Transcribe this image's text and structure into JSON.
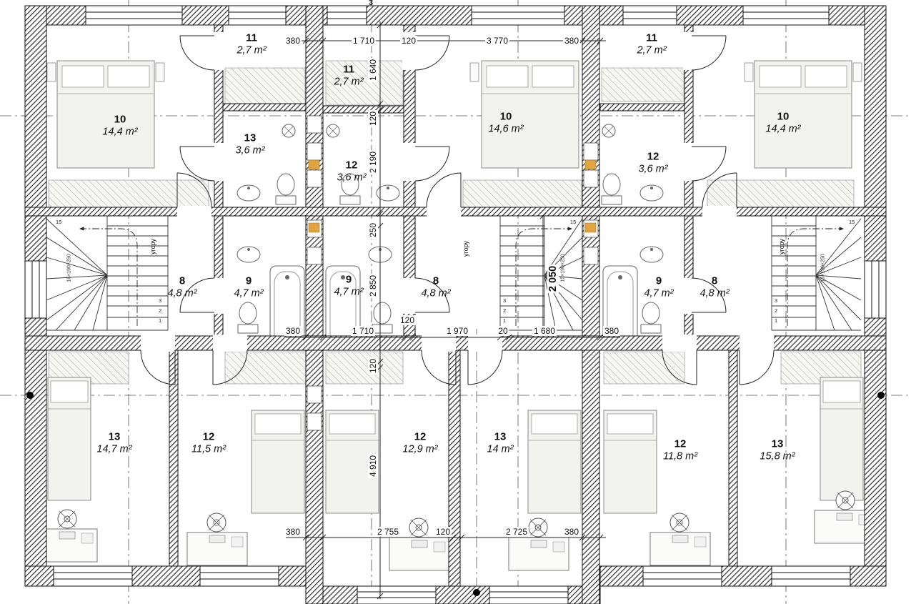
{
  "axis": {
    "top": "3"
  },
  "rooms": [
    {
      "num": "10",
      "area": "14,4 m²"
    },
    {
      "num": "11",
      "area": "2,7 m²"
    },
    {
      "num": "13",
      "area": "3,6 m²"
    },
    {
      "num": "11",
      "area": "2,7 m²"
    },
    {
      "num": "12",
      "area": "3,6 m²"
    },
    {
      "num": "10",
      "area": "14,6 m²"
    },
    {
      "num": "11",
      "area": "2,7 m²"
    },
    {
      "num": "12",
      "area": "3,6 m²"
    },
    {
      "num": "10",
      "area": "14,4 m²"
    },
    {
      "num": "8",
      "area": "4,8 m²"
    },
    {
      "num": "9",
      "area": "4,7 m²"
    },
    {
      "num": "9",
      "area": "4,7 m²"
    },
    {
      "num": "8",
      "area": "4,8 m²"
    },
    {
      "num": "9",
      "area": "4,7 m²"
    },
    {
      "num": "8",
      "area": "4,8 m²"
    },
    {
      "num": "13",
      "area": "14,7 m²"
    },
    {
      "num": "12",
      "area": "11,5 m²"
    },
    {
      "num": "12",
      "area": "12,9 m²"
    },
    {
      "num": "13",
      "area": "14 m²"
    },
    {
      "num": "12",
      "area": "11,8 m²"
    },
    {
      "num": "13",
      "area": "15,8 m²"
    }
  ],
  "dims": [
    {
      "t": "380"
    },
    {
      "t": "1 710"
    },
    {
      "t": "120"
    },
    {
      "t": "3 770"
    },
    {
      "t": "380"
    },
    {
      "t": "1 640"
    },
    {
      "t": "120"
    },
    {
      "t": "2 190"
    },
    {
      "t": "250"
    },
    {
      "t": "2 850"
    },
    {
      "t": "120"
    },
    {
      "t": "4 910"
    },
    {
      "t": "380"
    },
    {
      "t": "1 710"
    },
    {
      "t": "120"
    },
    {
      "t": "1 970"
    },
    {
      "t": "20"
    },
    {
      "t": "1 680"
    },
    {
      "t": "380"
    },
    {
      "t": "2 050"
    },
    {
      "t": "380"
    },
    {
      "t": "2 755"
    },
    {
      "t": "120"
    },
    {
      "t": "2 725"
    },
    {
      "t": "380"
    }
  ],
  "stairs": {
    "up_label": "угору",
    "note": "15×190×250",
    "numbers": [
      "1",
      "2",
      "3",
      "15"
    ]
  }
}
